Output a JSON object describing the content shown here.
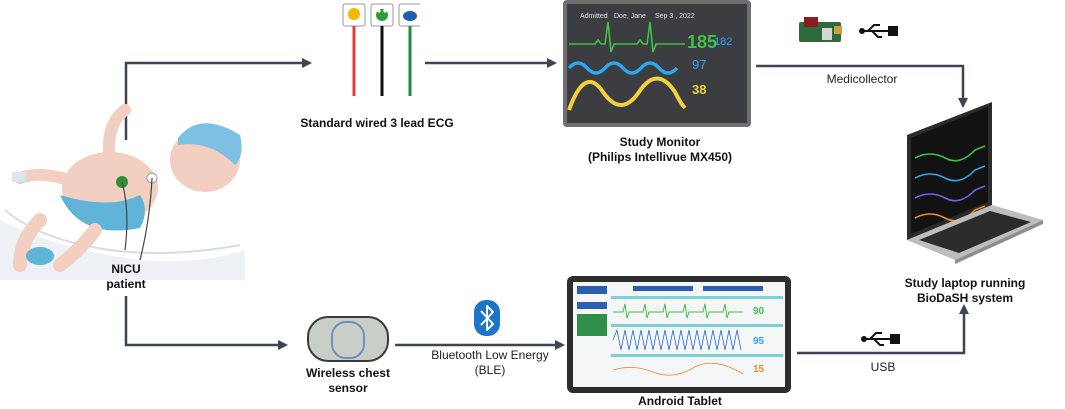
{
  "nodes": {
    "patient": {
      "line1": "NICU",
      "line2": "patient"
    },
    "ecg": {
      "label": "Standard wired 3 lead ECG"
    },
    "monitor": {
      "line1": "Study Monitor",
      "line2": "(Philips Intellivue MX450)",
      "screen": {
        "status": "Admitted",
        "name": "Doe, Jane",
        "date": "Sep 3 , 2022",
        "hr": "185",
        "hr2": "182",
        "spo2": "97",
        "resp": "38"
      }
    },
    "laptop": {
      "line1": "Study laptop running",
      "line2": "BioDaSH system"
    },
    "sensor": {
      "line1": "Wireless chest",
      "line2": "sensor"
    },
    "tablet": {
      "label": "Android Tablet",
      "screen": {
        "v1": "90",
        "v2": "95",
        "v3": "15"
      }
    }
  },
  "edges": {
    "medicollector": "Medicollector",
    "ble_line1": "Bluetooth Low Energy",
    "ble_line2": "(BLE)",
    "usb": "USB"
  },
  "colors": {
    "arrow": "#3d4555",
    "ecg_green": "#3ec24a",
    "resp_blue": "#2aa8f2",
    "spo2_yellow": "#f4d03f",
    "bluetooth": "#1e74c9",
    "lead_red": "#e53935",
    "lead_black": "#111111",
    "lead_green": "#1e8e3e"
  },
  "icons": [
    "bluetooth-icon",
    "usb-icon",
    "duck-icon",
    "frog-icon",
    "whale-icon",
    "medicollector-device-icon"
  ]
}
